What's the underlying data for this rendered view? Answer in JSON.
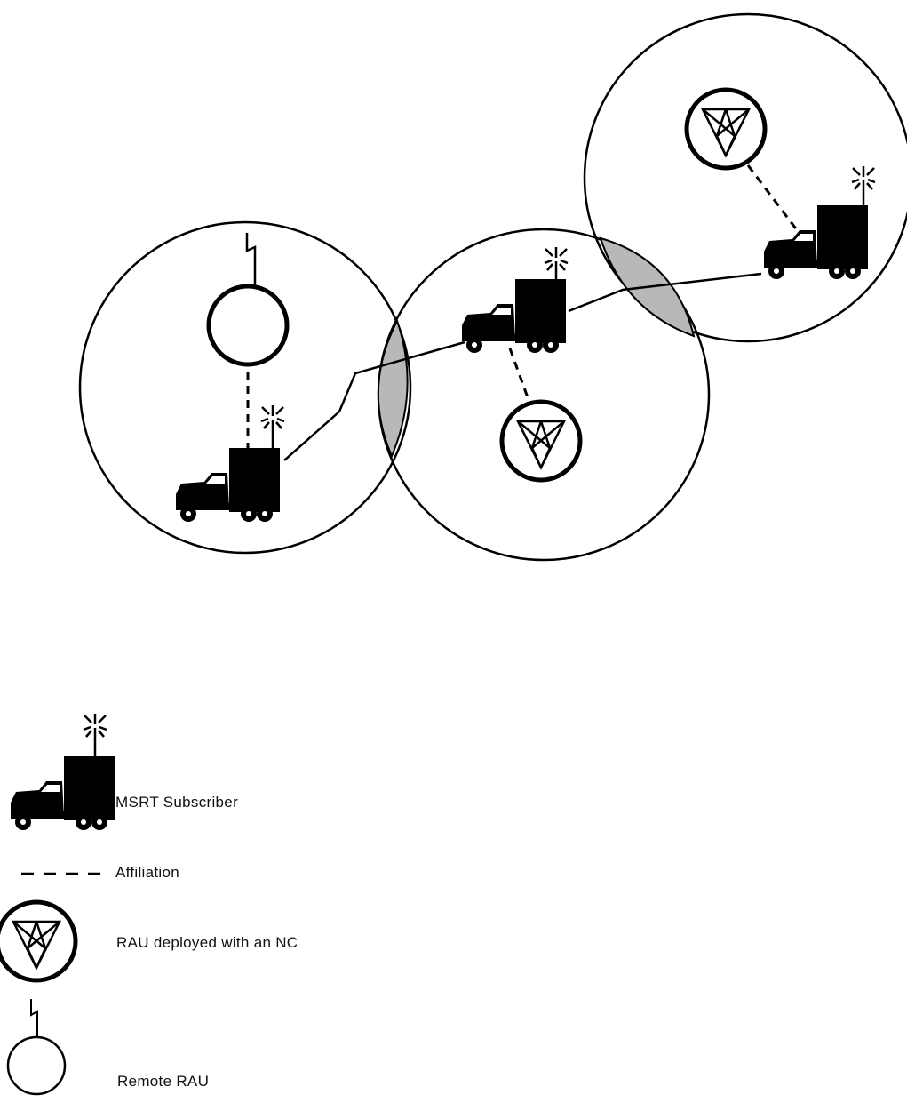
{
  "legend": {
    "subscriber_label": "MSRT Subscriber",
    "affiliation_label": "Affiliation",
    "rau_nc_label": "RAU deployed with an NC",
    "remote_rau_label": "Remote RAU"
  },
  "colors": {
    "ink": "#000000",
    "overlap_fill": "#b8b8b8",
    "background": "#ffffff"
  },
  "icons": [
    "truck-icon",
    "antenna-icon",
    "rau-nc-icon",
    "remote-rau-icon",
    "lightning-icon"
  ]
}
